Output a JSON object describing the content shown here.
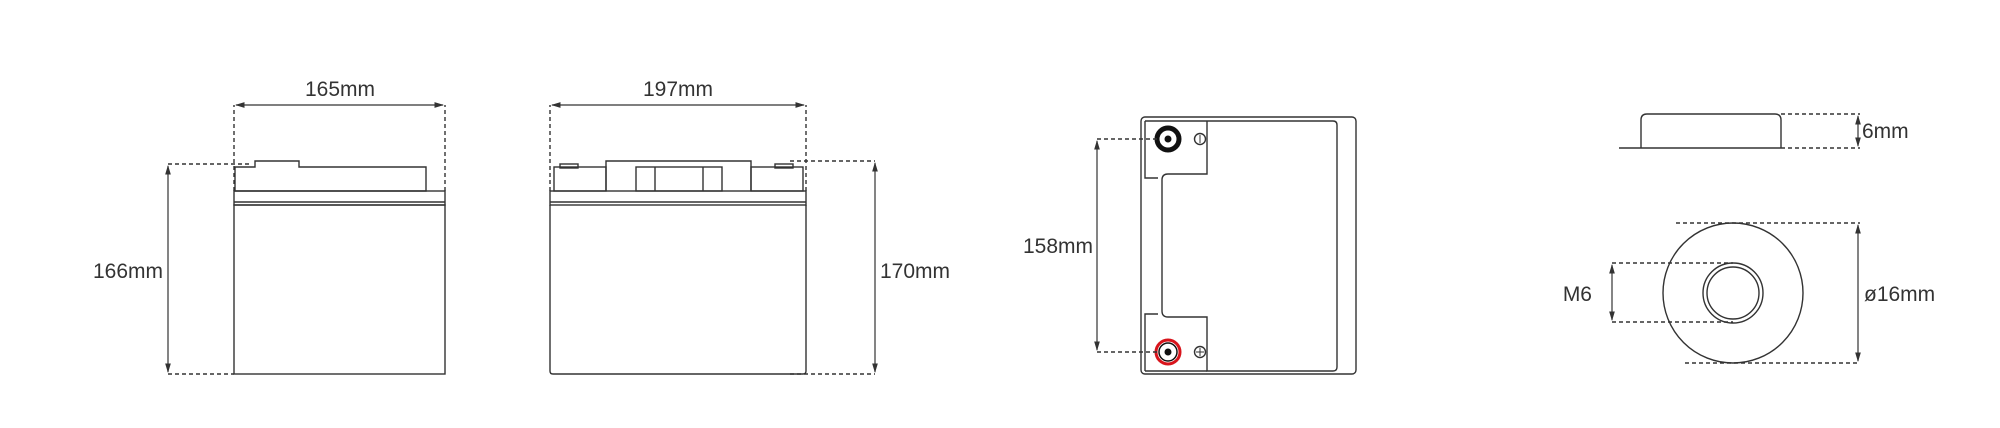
{
  "dimensions": {
    "side_width": "165mm",
    "side_height": "166mm",
    "front_width": "197mm",
    "front_height": "170mm",
    "terminal_spacing": "158mm",
    "terminal_height": "6mm",
    "thread": "M6",
    "terminal_diameter": "ø16mm"
  },
  "colors": {
    "positive_terminal": "#d8141c",
    "negative_terminal": "#111111",
    "line": "#333333"
  }
}
